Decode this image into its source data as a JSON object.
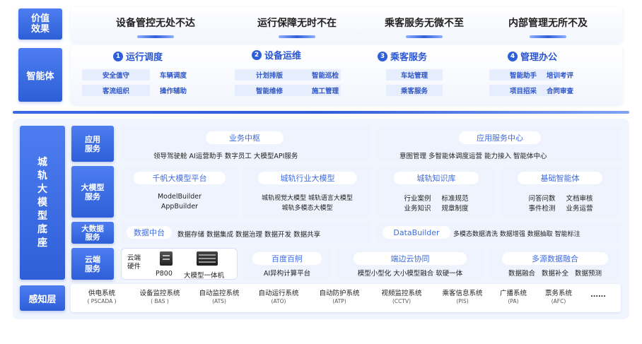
{
  "value": {
    "label": "价值效果",
    "items": [
      "设备管控无处不达",
      "运行保障无时不在",
      "乘客服务无微不至",
      "内部管理无所不及"
    ]
  },
  "agent": {
    "label": "智能体",
    "sections": [
      {
        "num": "1",
        "title": "运行调度",
        "tags": [
          "安全值守",
          "车辆调度",
          "客流组织",
          "操作辅助"
        ]
      },
      {
        "num": "2",
        "title": "设备运维",
        "tags": [
          "计划排版",
          "智能巡检",
          "智能维修",
          "施工管理"
        ]
      },
      {
        "num": "3",
        "title": "乘客服务",
        "tags": [
          "车站管理",
          "乘客服务"
        ]
      },
      {
        "num": "4",
        "title": "管理办公",
        "tags": [
          "智能助手",
          "培训考评",
          "项目招采",
          "合同审查"
        ]
      }
    ]
  },
  "base": {
    "label": "城轨大模型底座",
    "app": {
      "label": "应用服务",
      "left_pill": "业务中枢",
      "left_items": "领导驾驶舱  AI运营助手  数字员工  大模型API服务",
      "right_pill": "应用服务中心",
      "right_items": "意图管理   多智能体调度运营   能力接入   智能体中心"
    },
    "model": {
      "label": "大模型服务",
      "b1_pill": "千帆大模型平台",
      "b1_l1": "ModelBuilder",
      "b1_l2": "AppBuilder",
      "b2_pill": "城轨行业大模型",
      "b2_l1": "城轨视觉大模型   城轨语言大模型",
      "b2_l2": "城轨多模态大模型",
      "b3_pill": "城轨知识库",
      "b3_l1": "行业案例     标准规范",
      "b3_l2": "业务知识     规章制度",
      "b4_pill": "基础智能体",
      "b4_l1": "问答问数     文档审核",
      "b4_l2": "事件检测     业务运营"
    },
    "data": {
      "label": "大数据服务",
      "left_pill": "数据中台",
      "left_items": "数据存储  数据集成  数据治理  数据开发  数据共享",
      "right_pill": "DataBuilder",
      "right_items": "多模态数据清洗  数据增强  数据抽取  智能标注"
    },
    "cloud": {
      "label": "云端服务",
      "hw_label": "云端硬件",
      "hw1": "P800",
      "hw2": "大模型一体机",
      "c1_pill": "百度百舸",
      "c1_items": "AI异构计算平台",
      "c2_pill": "端边云协同",
      "c2_items": "模型小型化  大小模型融合  软硬一体",
      "c3_pill": "多源数据融合",
      "c3_items": "数据融合   数据补全   数据预测"
    }
  },
  "perception": {
    "label": "感知层",
    "systems": [
      {
        "name": "供电系统",
        "code": "( PSCADA )"
      },
      {
        "name": "设备监控系统",
        "code": "( BAS )"
      },
      {
        "name": "自动监控系统",
        "code": "(ATS)"
      },
      {
        "name": "自动运行系统",
        "code": "(ATO)"
      },
      {
        "name": "自动防护系统",
        "code": "(ATP)"
      },
      {
        "name": "视频监控系统",
        "code": "(CCTV)"
      },
      {
        "name": "乘客信息系统",
        "code": "(PIS)"
      },
      {
        "name": "广播系统",
        "code": "(PA)"
      },
      {
        "name": "票务系统",
        "code": "(AFC)"
      },
      {
        "name": "......",
        "code": ""
      }
    ]
  }
}
